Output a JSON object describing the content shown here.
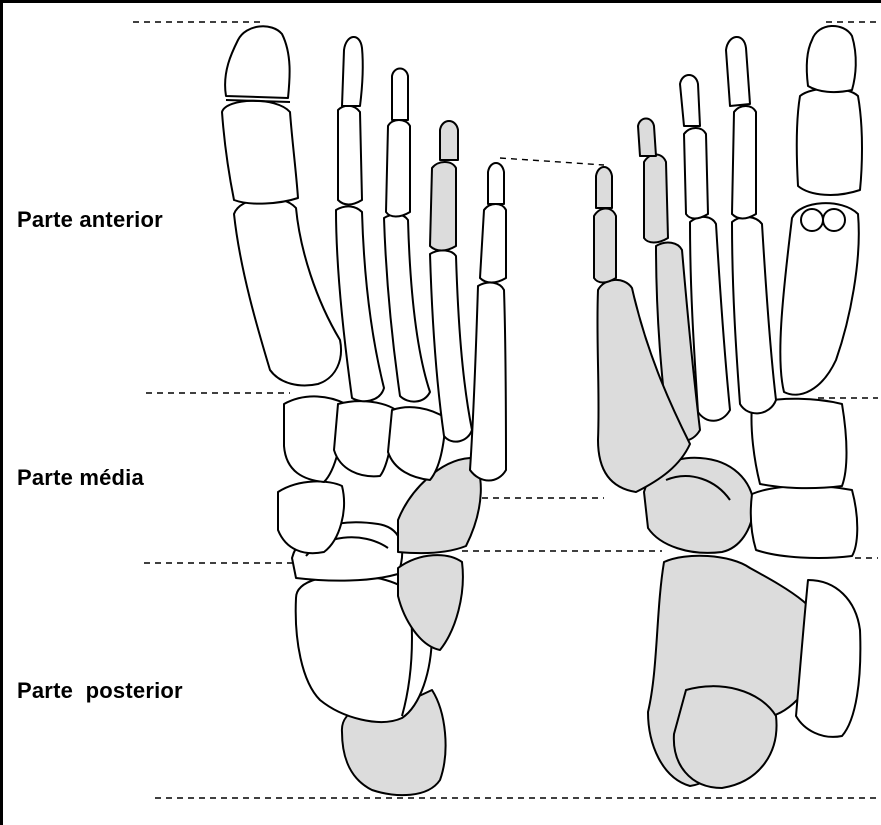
{
  "regions": [
    {
      "key": "anterior",
      "label": "Parte anterior"
    },
    {
      "key": "media",
      "label": "Parte média"
    },
    {
      "key": "posterior",
      "label": "Parte  posterior"
    }
  ],
  "colors": {
    "outline": "#000000",
    "bone_fill": "#ffffff",
    "shaded_bone_fill": "#dcdcdc",
    "background": "#ffffff"
  }
}
